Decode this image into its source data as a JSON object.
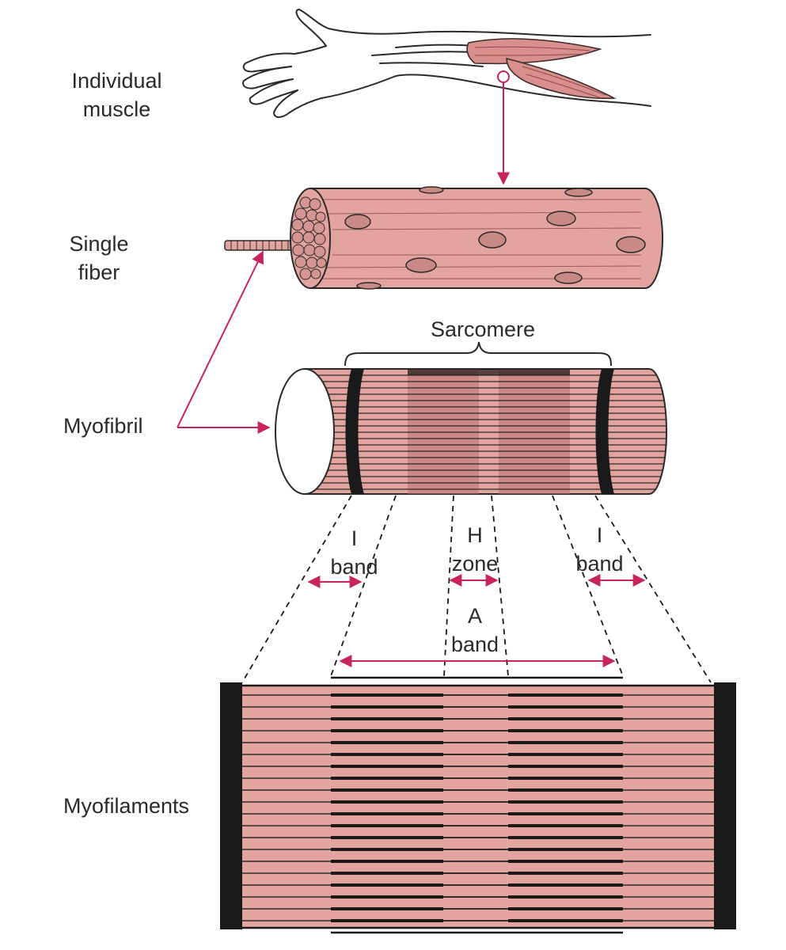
{
  "labels": {
    "individual_muscle": "Individual\nmuscle",
    "single_fiber": "Single\nfiber",
    "myofibril": "Myofibril",
    "myofilaments": "Myofilaments",
    "sarcomere": "Sarcomere",
    "i_band_left": "I\nband",
    "h_zone": "H\nzone",
    "a_band": "A\nband",
    "i_band_right": "I\nband"
  },
  "colors": {
    "muscle_pink": "#e3a4a0",
    "muscle_dark": "#c47a76",
    "arrow": "#c8235a",
    "ink": "#1a1a1a"
  }
}
